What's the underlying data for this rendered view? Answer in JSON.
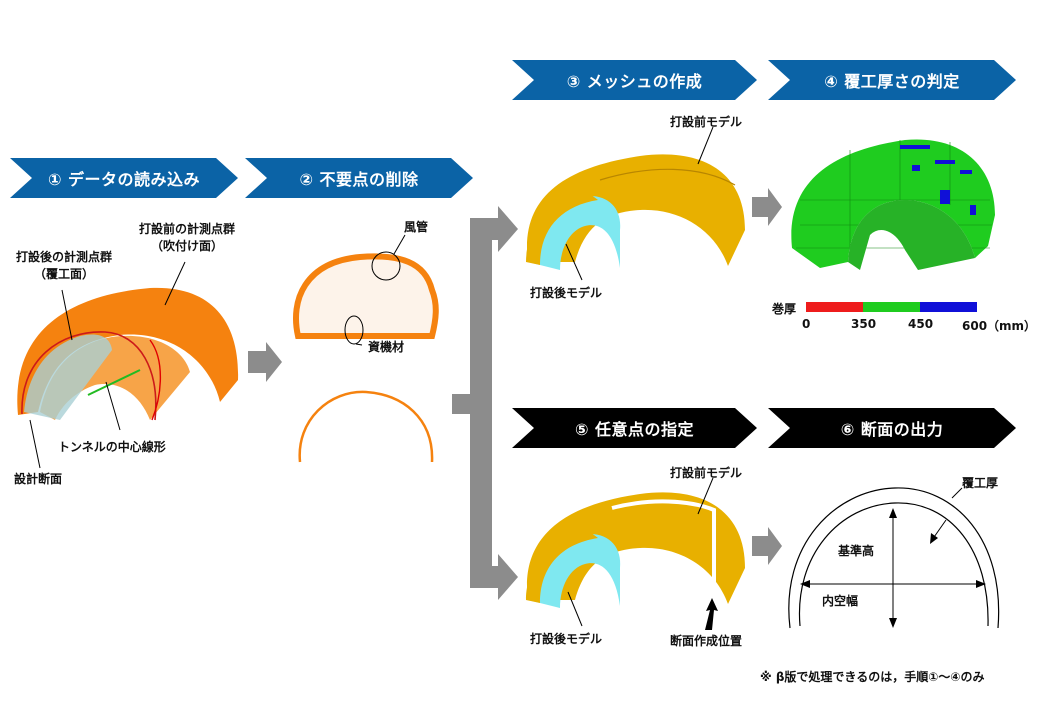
{
  "steps": {
    "s1": "① データの読み込み",
    "s2": "② 不要点の削除",
    "s3": "③ メッシュの作成",
    "s4": "④ 覆工厚さの判定",
    "s5": "⑤ 任意点の指定",
    "s6": "⑥ 断面の出力"
  },
  "step1": {
    "before_points_l1": "打設前の計測点群",
    "before_points_l2": "（吹付け面）",
    "after_points_l1": "打設後の計測点群",
    "after_points_l2": "（覆工面）",
    "center_line": "トンネルの中心線形",
    "design_section": "設計断面"
  },
  "step2": {
    "duct": "風管",
    "materials": "資機材"
  },
  "step3": {
    "before_model": "打設前モデル",
    "after_model": "打設後モデル"
  },
  "step4": {
    "legend_title": "巻厚",
    "legend_ticks": [
      "0",
      "350",
      "450",
      "600（mm）"
    ],
    "colors": {
      "low": "#ee1c1c",
      "mid": "#1fcc1f",
      "high": "#1010d8"
    }
  },
  "step5": {
    "before_model": "打設前モデル",
    "after_model": "打設後モデル",
    "section_position": "断面作成位置"
  },
  "step6": {
    "lining_thickness": "覆工厚",
    "reference_height": "基準高",
    "inner_width": "内空幅"
  },
  "footnote": "※ β版で処理できるのは，手順①～④のみ",
  "colors": {
    "step_blue": "#0b63a6",
    "step_black": "#000000",
    "arrow_gray": "#8c8c8c",
    "scan_orange": "#f5820f",
    "model_yellow": "#e8b000",
    "model_cyan": "#7fe8f0"
  }
}
